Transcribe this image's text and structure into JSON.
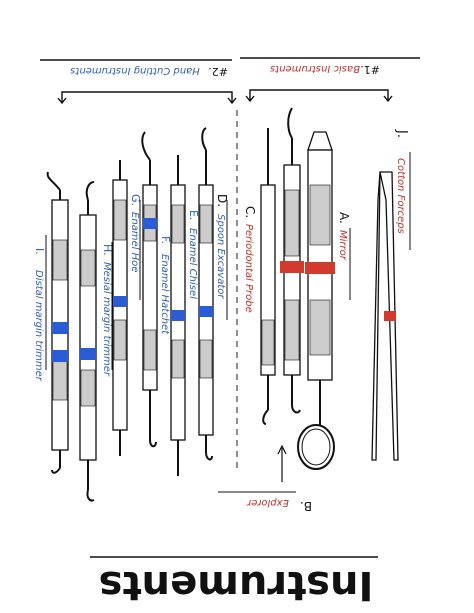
{
  "page": {
    "title": "Instruments",
    "colors": {
      "ink": "#111111",
      "blue_label": "#2f5fb0",
      "red_label": "#c0302a",
      "band_blue": "#2a5cd6",
      "band_red": "#d23a2e"
    }
  },
  "groups": [
    {
      "number": "#1.",
      "name": "Basic Instruments",
      "color": "red"
    },
    {
      "number": "#2.",
      "name": "Hand Cutting Instruments",
      "color": "blue"
    }
  ],
  "labels": [
    {
      "letter": "A.",
      "name": "Mirror",
      "color": "red"
    },
    {
      "letter": "B.",
      "name": "Explorer",
      "color": "red"
    },
    {
      "letter": "C.",
      "name": "Periodontal Probe",
      "color": "red"
    },
    {
      "letter": "D.",
      "name": "Spoon Excavator",
      "color": "blue"
    },
    {
      "letter": "E.",
      "name": "Enamel Chisel",
      "color": "blue"
    },
    {
      "letter": "F.",
      "name": "Enamel Hatchet",
      "color": "blue"
    },
    {
      "letter": "G.",
      "name": "Enamel Hoe",
      "color": "blue"
    },
    {
      "letter": "H.",
      "name": "Mesial margin trimmer",
      "color": "blue"
    },
    {
      "letter": "I.",
      "name": "Distal margin trimmer",
      "color": "blue"
    },
    {
      "letter": "J.",
      "name": "Cotton Forceps",
      "color": "red"
    }
  ]
}
